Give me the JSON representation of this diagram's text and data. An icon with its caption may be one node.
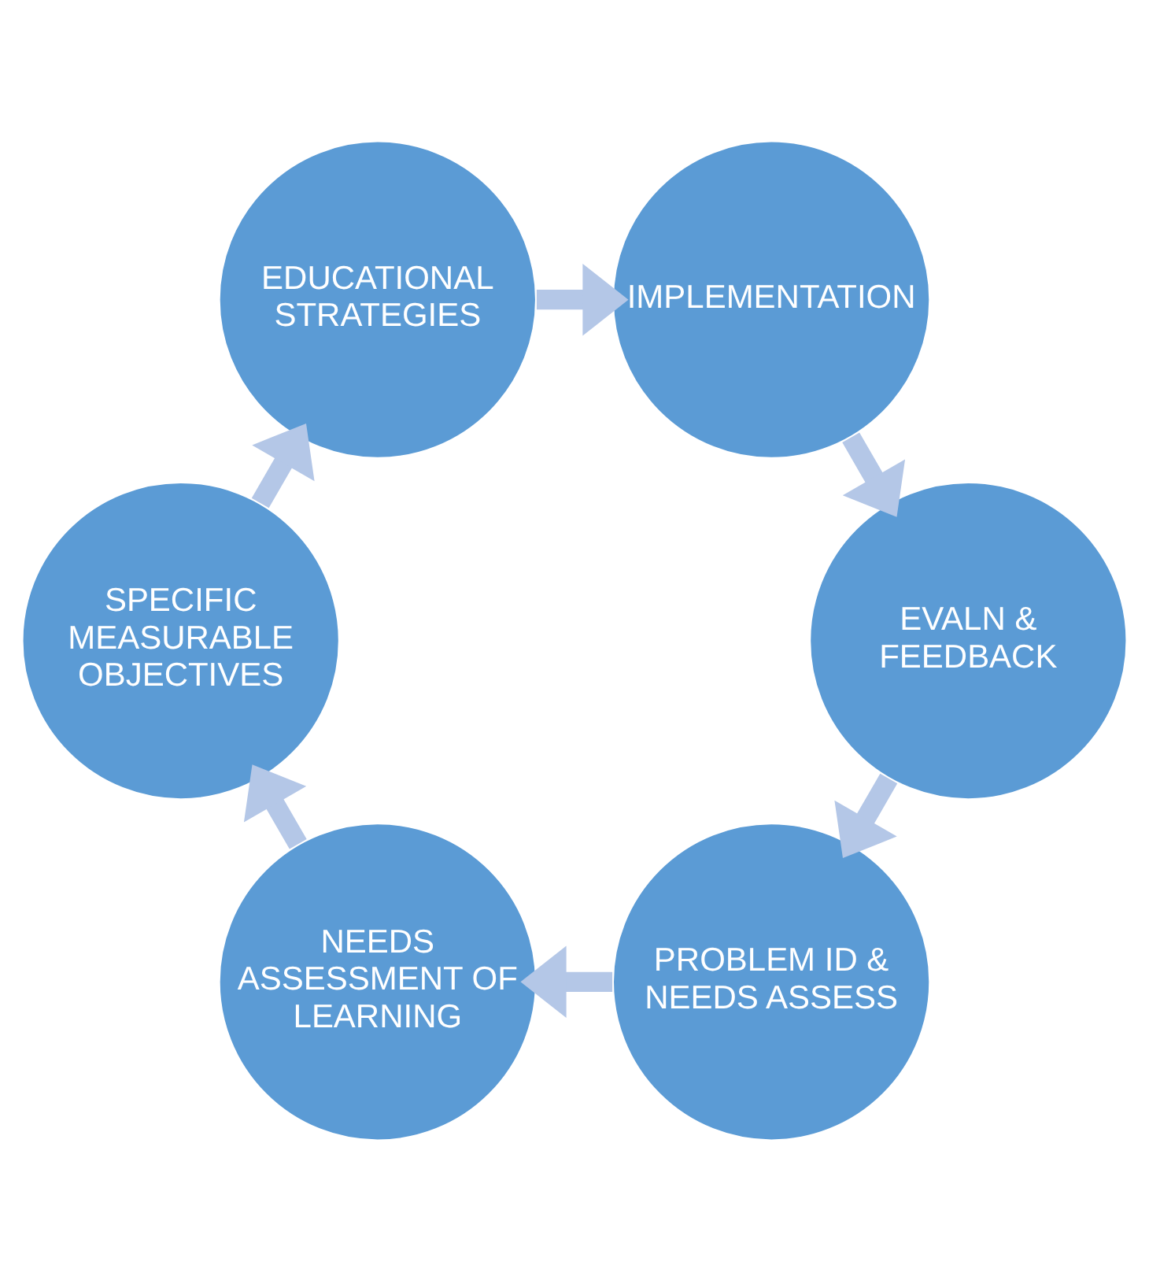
{
  "diagram": {
    "nodes": [
      {
        "text": [
          "PROBLEM ID & NEEDS ASSESS"
        ]
      },
      {
        "text": [
          "NEEDS ASSESSMENT OF LEARNING"
        ]
      },
      {
        "text": [
          "SPECIFIC MEASURABLE OBJECTIVES"
        ]
      },
      {
        "text": [
          "EDUCATIONAL STRATEGIES"
        ]
      },
      {
        "text": [
          "IMPLEMENTATION"
        ]
      },
      {
        "text": [
          "EVALN & FEEDBACK"
        ]
      }
    ],
    "edges": [
      {
        "from": 0,
        "to": 1,
        "arrow": "to"
      },
      {
        "from": 1,
        "to": 2,
        "arrow": "to"
      },
      {
        "from": 2,
        "to": 3,
        "arrow": "to"
      },
      {
        "from": 3,
        "to": 4,
        "arrow": "to"
      },
      {
        "from": 4,
        "to": 5,
        "arrow": "to"
      },
      {
        "from": 5,
        "to": 0,
        "arrow": "to"
      }
    ]
  }
}
